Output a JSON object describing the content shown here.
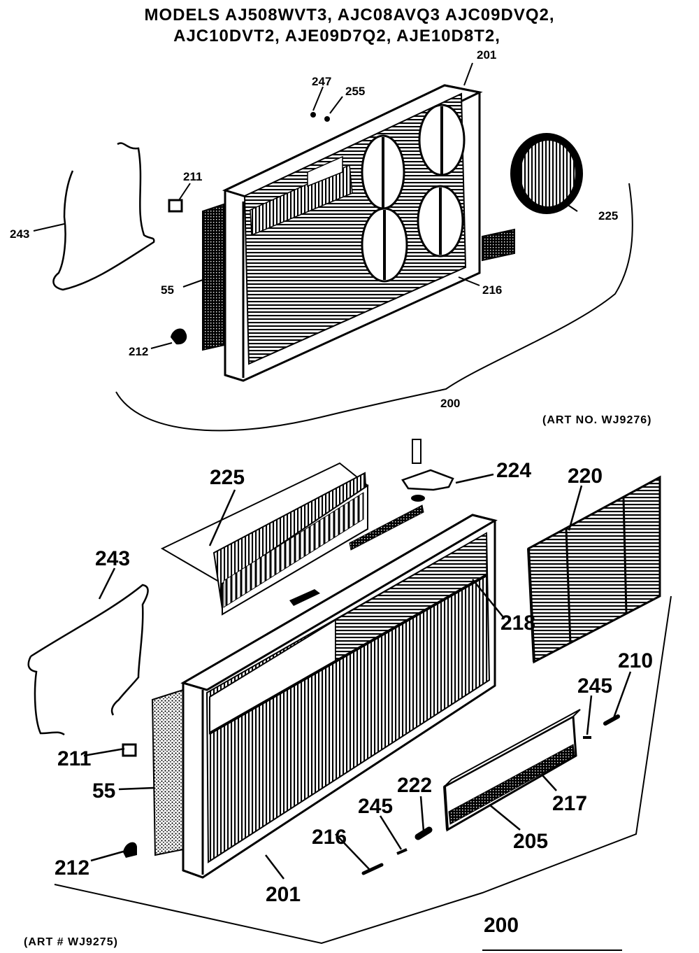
{
  "header": {
    "line1": "MODELS AJ508WVT3, AJC08AVQ3 AJC09DVQ2,",
    "line2": "AJC10DVT2, AJE09D7Q2, AJE10D8T2,"
  },
  "top_assembly": {
    "art_no": "(ART NO. WJ9276)",
    "callouts": [
      "201",
      "247",
      "255",
      "211",
      "243",
      "225",
      "55",
      "216",
      "212",
      "200"
    ]
  },
  "bottom_assembly": {
    "art_no": "(ART # WJ9275)",
    "callouts": [
      "225",
      "224",
      "220",
      "243",
      "218",
      "210",
      "245",
      "211",
      "55",
      "222",
      "245",
      "217",
      "216",
      "205",
      "212",
      "201",
      "200"
    ]
  }
}
